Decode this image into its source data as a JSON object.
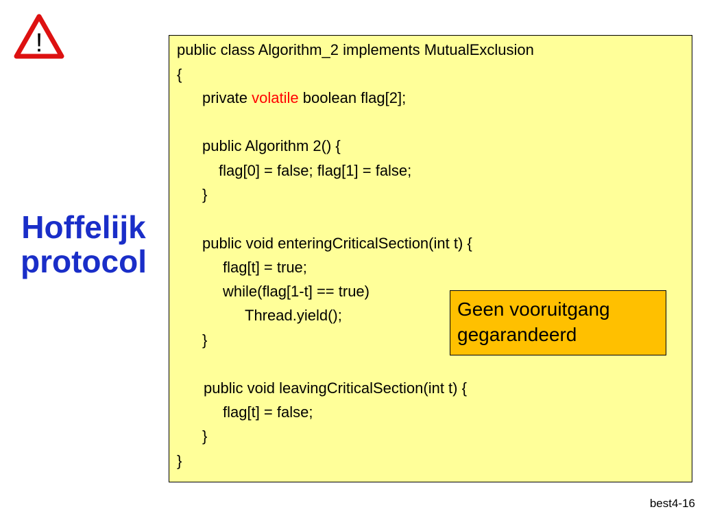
{
  "slide": {
    "title_lines": [
      "Hoffelijk",
      "protocol"
    ],
    "slide_number": "best4-16"
  },
  "icons": {
    "warning": "warning-triangle-icon",
    "warning_glyph": "!"
  },
  "code": {
    "l01": "public class Algorithm_2 implements MutualExclusion",
    "l02": "{",
    "l03_pre": "private ",
    "l03_kw": "volatile",
    "l03_post": " boolean flag[2];",
    "l05": "public Algorithm 2() {",
    "l06": "flag[0] = false; flag[1] = false;",
    "l07": "}",
    "l09": "public void enteringCriticalSection(int t) {",
    "l10": "flag[t] = true;",
    "l11": "while(flag[1-t] == true)",
    "l12": "Thread.yield();",
    "l13": "}",
    "l15": "public void leavingCriticalSection(int t) {",
    "l16": "flag[t] = false;",
    "l17": "}",
    "l18": "}"
  },
  "callout": {
    "line1": "Geen vooruitgang",
    "line2": "gegarandeerd"
  },
  "colors": {
    "title": "#1a2ec8",
    "code_background": "#ffff99",
    "keyword_highlight": "#ff0000",
    "callout_background": "#ffc000",
    "warning_red": "#dd1111"
  }
}
